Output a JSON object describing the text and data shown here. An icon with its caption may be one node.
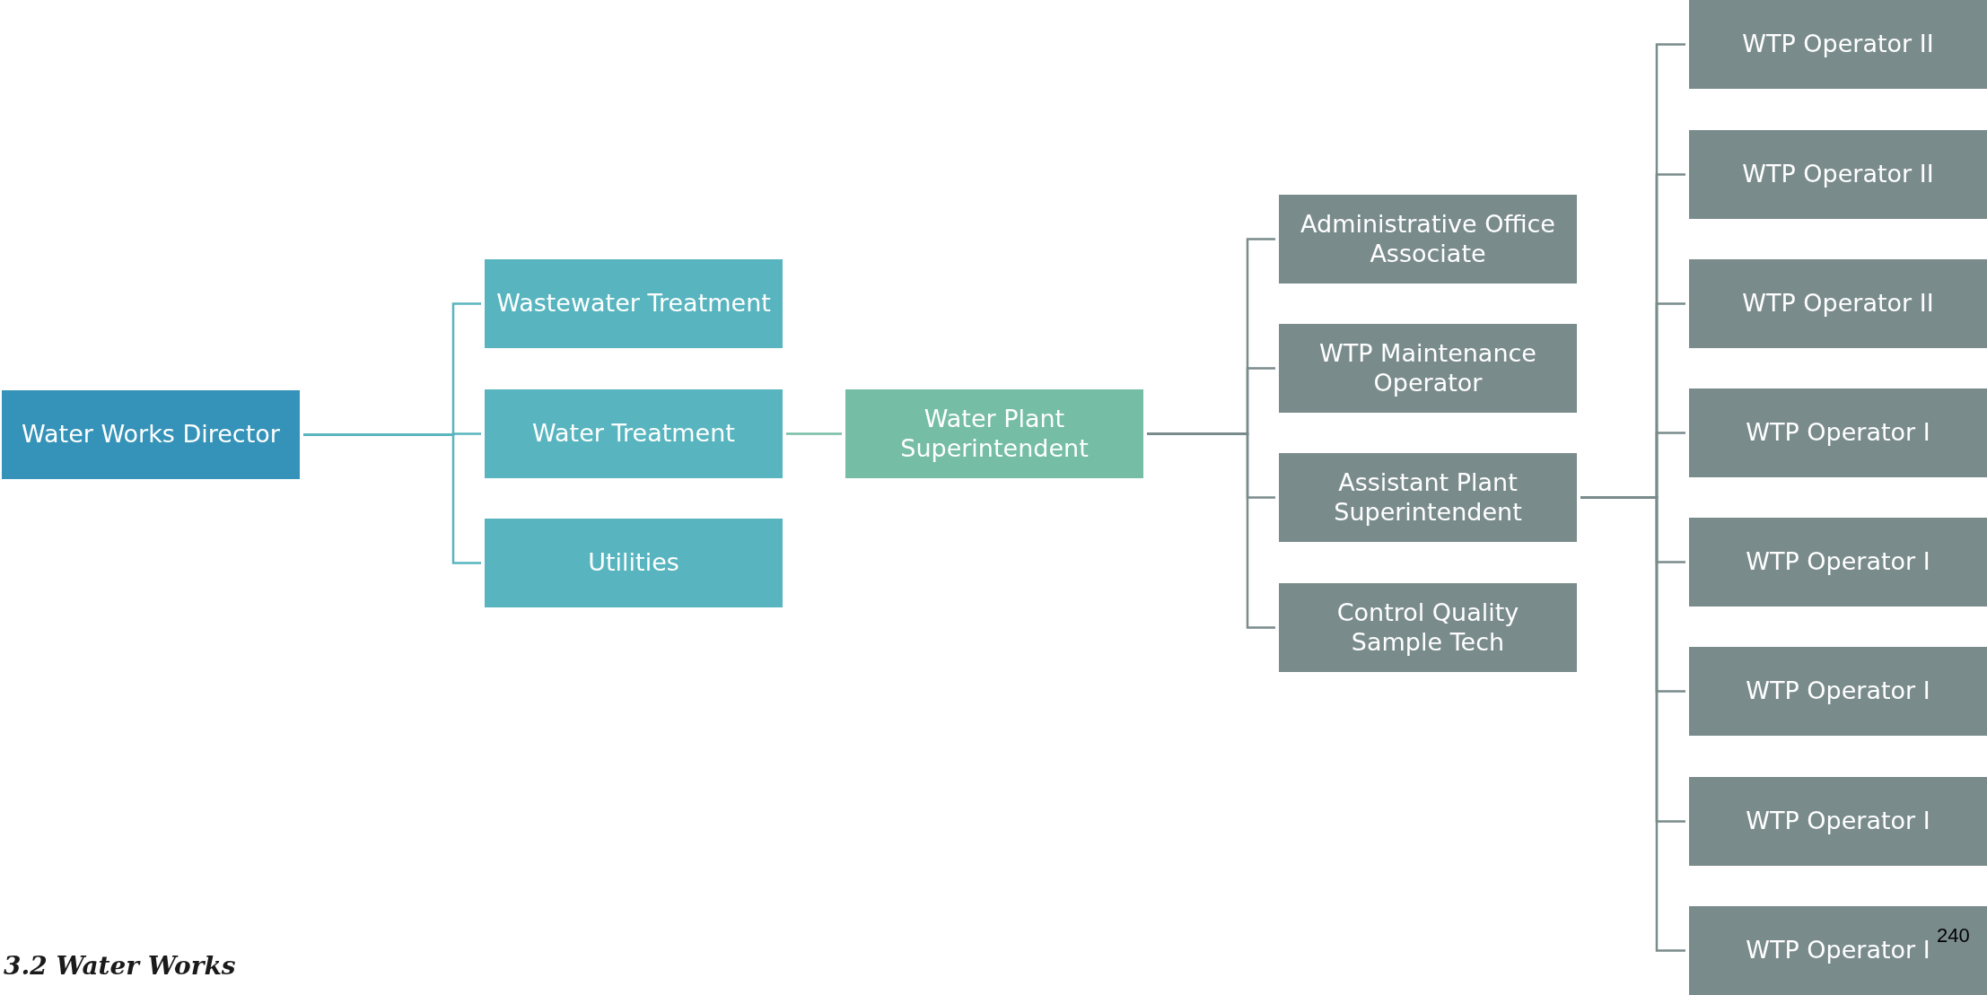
{
  "diagram": {
    "caption": "3.2 Water Works",
    "nodes": [
      {
        "text": [
          "Water Works Director"
        ]
      },
      {
        "text": [
          "Wastewater Treatment"
        ]
      },
      {
        "text": [
          "Water Treatment"
        ]
      },
      {
        "text": [
          "Utilities"
        ]
      },
      {
        "text": [
          "Water Plant Superintendent"
        ]
      },
      {
        "text": [
          "Administrative Office Associate"
        ]
      },
      {
        "text": [
          "WTP Maintenance Operator"
        ]
      },
      {
        "text": [
          "Assistant Plant Superintendent"
        ]
      },
      {
        "text": [
          "Control Quality Sample Tech"
        ]
      },
      {
        "text": [
          "WTP Operator II"
        ]
      },
      {
        "text": [
          "WTP Operator II"
        ]
      },
      {
        "text": [
          "WTP Operator II"
        ]
      },
      {
        "text": [
          "WTP Operator I"
        ]
      },
      {
        "text": [
          "WTP Operator I"
        ]
      },
      {
        "text": [
          "WTP Operator I"
        ]
      },
      {
        "text": [
          "WTP Operator I"
        ]
      },
      {
        "text": [
          "WTP Operator I"
        ]
      }
    ],
    "edges": [
      {
        "from": 0,
        "to": 1,
        "arrow": "none",
        "color": "#58b5bf"
      },
      {
        "from": 0,
        "to": 2,
        "arrow": "none",
        "color": "#58b5bf"
      },
      {
        "from": 0,
        "to": 3,
        "arrow": "none",
        "color": "#58b5bf"
      },
      {
        "from": 2,
        "to": 4,
        "arrow": "none",
        "color": "#75bda5"
      },
      {
        "from": 4,
        "to": 5,
        "arrow": "none"
      },
      {
        "from": 4,
        "to": 6,
        "arrow": "none"
      },
      {
        "from": 4,
        "to": 7,
        "arrow": "none"
      },
      {
        "from": 4,
        "to": 8,
        "arrow": "none"
      },
      {
        "from": 7,
        "to": 9,
        "arrow": "none"
      },
      {
        "from": 7,
        "to": 10,
        "arrow": "none"
      },
      {
        "from": 7,
        "to": 11,
        "arrow": "none"
      },
      {
        "from": 7,
        "to": 12,
        "arrow": "none"
      },
      {
        "from": 7,
        "to": 13,
        "arrow": "none"
      },
      {
        "from": 7,
        "to": 14,
        "arrow": "none"
      },
      {
        "from": 7,
        "to": 15,
        "arrow": "none"
      },
      {
        "from": 7,
        "to": 16,
        "arrow": "none"
      }
    ],
    "labels": [
      "240"
    ]
  }
}
